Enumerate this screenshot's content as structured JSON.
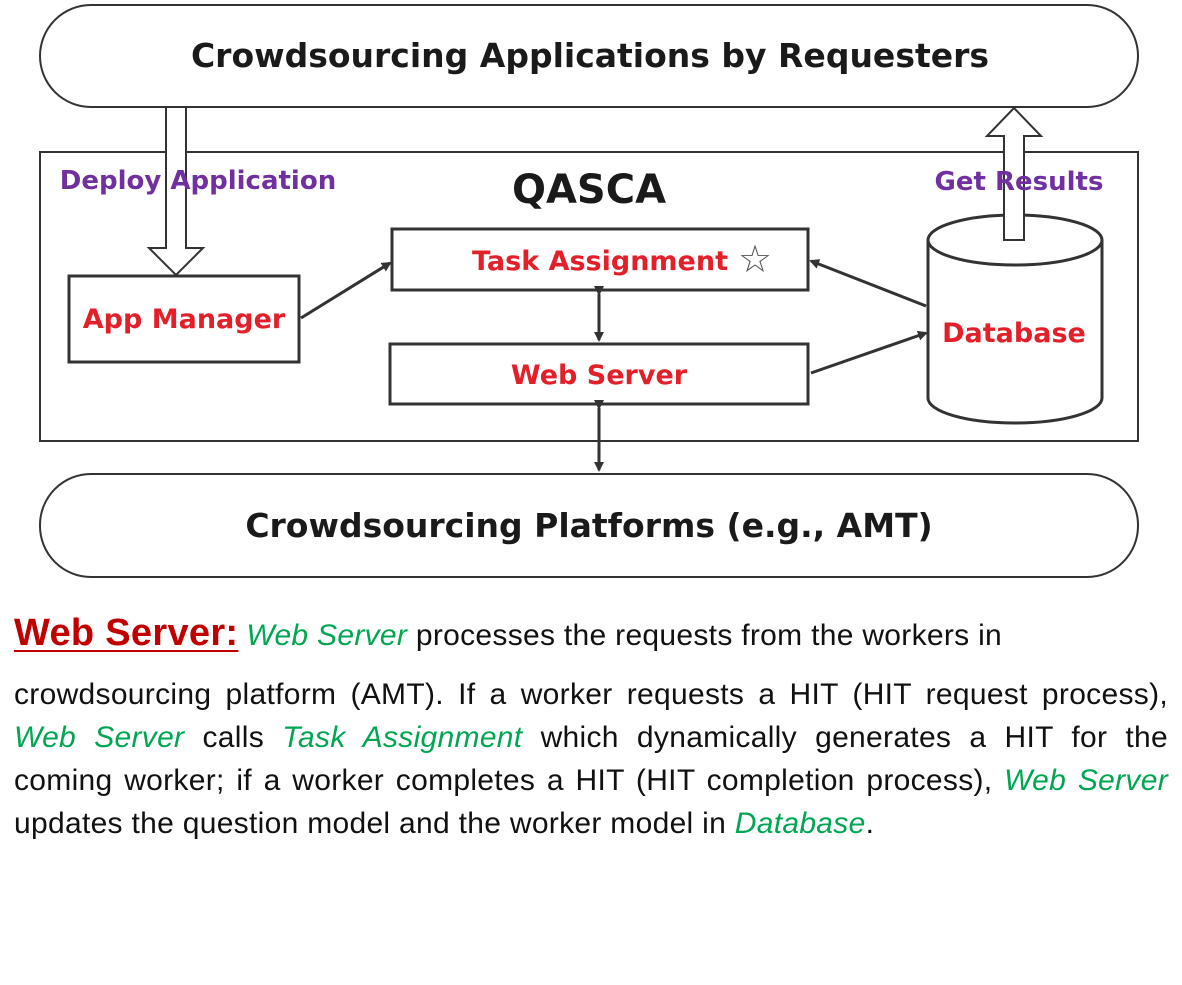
{
  "colors": {
    "label_red": "#e3202a",
    "label_purple": "#7030a0",
    "ref_green": "#00a651",
    "heading_red": "#c00000",
    "stroke": "#333333"
  },
  "diagram": {
    "top_box": "Crowdsourcing Applications by Requesters",
    "bottom_box": "Crowdsourcing Platforms (e.g., AMT)",
    "system_title": "QASCA",
    "deploy_label": "Deploy Application",
    "results_label": "Get Results",
    "app_manager": "App Manager",
    "task_assignment": "Task Assignment",
    "web_server": "Web Server",
    "database": "Database",
    "star_icon": "star-icon"
  },
  "description": {
    "heading": "Web Server:",
    "p1_ref": "Web Server",
    "p1_text": " processes the requests from the workers in",
    "p2_text1": "crowdsourcing platform (AMT). If a worker requests a HIT (HIT request process), ",
    "p2_ref1": "Web Server",
    "p2_text2": " calls ",
    "p2_ref2": "Task Assignment",
    "p2_text3": " which dynamically generates a HIT for the coming worker; if a worker completes a HIT (HIT completion process), ",
    "p2_ref3": "Web Server",
    "p2_text4": " updates the question model and the worker model in ",
    "p2_ref4": "Database",
    "p2_text5": "."
  }
}
